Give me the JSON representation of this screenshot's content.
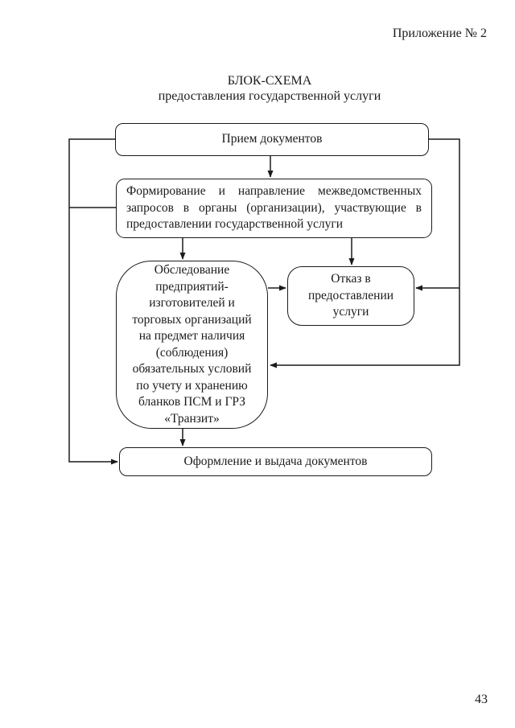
{
  "page": {
    "appendix_label": "Приложение № 2",
    "page_number": "43"
  },
  "title": {
    "line1": "БЛОК-СХЕМА",
    "line2": "предоставления государственной услуги"
  },
  "flowchart": {
    "nodes": {
      "reception": "Прием документов",
      "requests": "Формирование и направление межведомственных запросов в органы (организации), участвующие в предоставлении государственной услуги",
      "inspection": "Обследование предприятий-изготовителей и торговых организаций на предмет наличия (соблюдения) обязательных условий по учету и хранению бланков ПСМ и ГРЗ «Транзит»",
      "refusal": "Отказ в предоставлении услуги",
      "issuance": "Оформление и выдача документов"
    },
    "edges": [
      {
        "from": "reception",
        "to": "requests",
        "style": "arrow-down-center"
      },
      {
        "from": "reception",
        "to": "issuance",
        "style": "left-rail-arrow-into-left-side"
      },
      {
        "from": "left-rail",
        "to": "requests",
        "style": "plain-tee-into-left-side"
      },
      {
        "from": "requests",
        "to": "inspection",
        "style": "arrow-down"
      },
      {
        "from": "requests",
        "to": "refusal",
        "style": "arrow-down"
      },
      {
        "from": "inspection",
        "to": "refusal",
        "style": "arrow-right-into-left-side"
      },
      {
        "from": "reception",
        "to": "refusal",
        "style": "right-rail-arrow-into-right-side"
      },
      {
        "from": "right-rail",
        "to": "inspection",
        "style": "arrow-left-into-right-side"
      },
      {
        "from": "inspection",
        "to": "issuance",
        "style": "arrow-down"
      }
    ]
  },
  "colors": {
    "ink": "#1b1b1b",
    "paper": "#ffffff"
  }
}
